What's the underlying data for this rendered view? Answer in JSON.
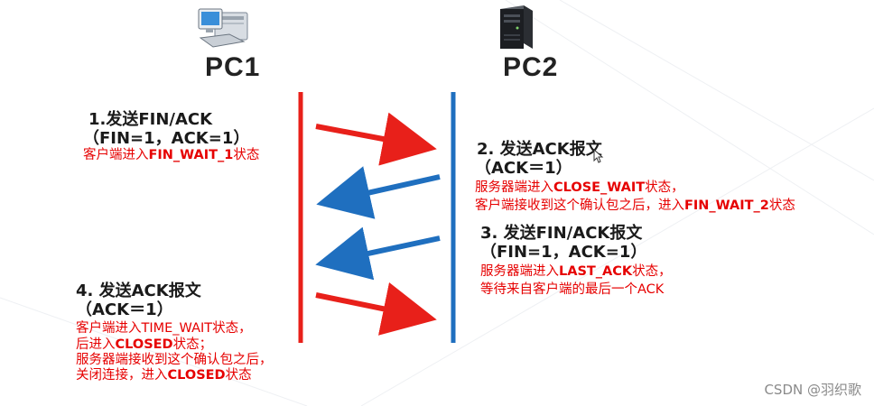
{
  "pc1": {
    "label": "PC1",
    "icon": "desktop-computer-icon"
  },
  "pc2": {
    "label": "PC2",
    "icon": "server-tower-icon"
  },
  "colors": {
    "pc1_line": "#e8201a",
    "pc2_line": "#1f6fbf",
    "red_arrow": "#e8201a",
    "blue_arrow": "#1f6fbf",
    "note_text": "#e60000"
  },
  "steps": [
    {
      "title": "1.发送FIN/ACK",
      "flags": "（FIN=1，ACK=1）",
      "notes": [
        {
          "pre": "客户端进入",
          "bold": "FIN_WAIT_1",
          "post": "状态"
        }
      ]
    },
    {
      "title": "2. 发送ACK报文",
      "flags": "（ACK＝1）",
      "notes": [
        {
          "pre": "服务器端进入",
          "bold": "CLOSE_WAIT",
          "post": "状态，"
        },
        {
          "pre": "客户端接收到这个确认包之后，进入",
          "bold": "FIN_WAIT_2",
          "post": "状态"
        }
      ]
    },
    {
      "title": "3. 发送FIN/ACK报文",
      "flags": "（FIN=1，ACK=1）",
      "notes": [
        {
          "pre": "服务器端进入",
          "bold": "LAST_ACK",
          "post": "状态，"
        },
        {
          "pre": "等待来自客户端的最后一个ACK",
          "bold": "",
          "post": ""
        }
      ]
    },
    {
      "title": "4. 发送ACK报文",
      "flags": "（ACK＝1）",
      "notes": [
        {
          "pre": "客户端进入TIME_WAIT状态，",
          "bold": "",
          "post": ""
        },
        {
          "pre": "后进入",
          "bold": "CLOSED",
          "post": "状态；"
        },
        {
          "pre": "服务器端接收到这个确认包之后，",
          "bold": "",
          "post": ""
        },
        {
          "pre": "关闭连接，进入",
          "bold": "CLOSED",
          "post": "状态"
        }
      ]
    }
  ],
  "watermark": "CSDN @羽织歌"
}
